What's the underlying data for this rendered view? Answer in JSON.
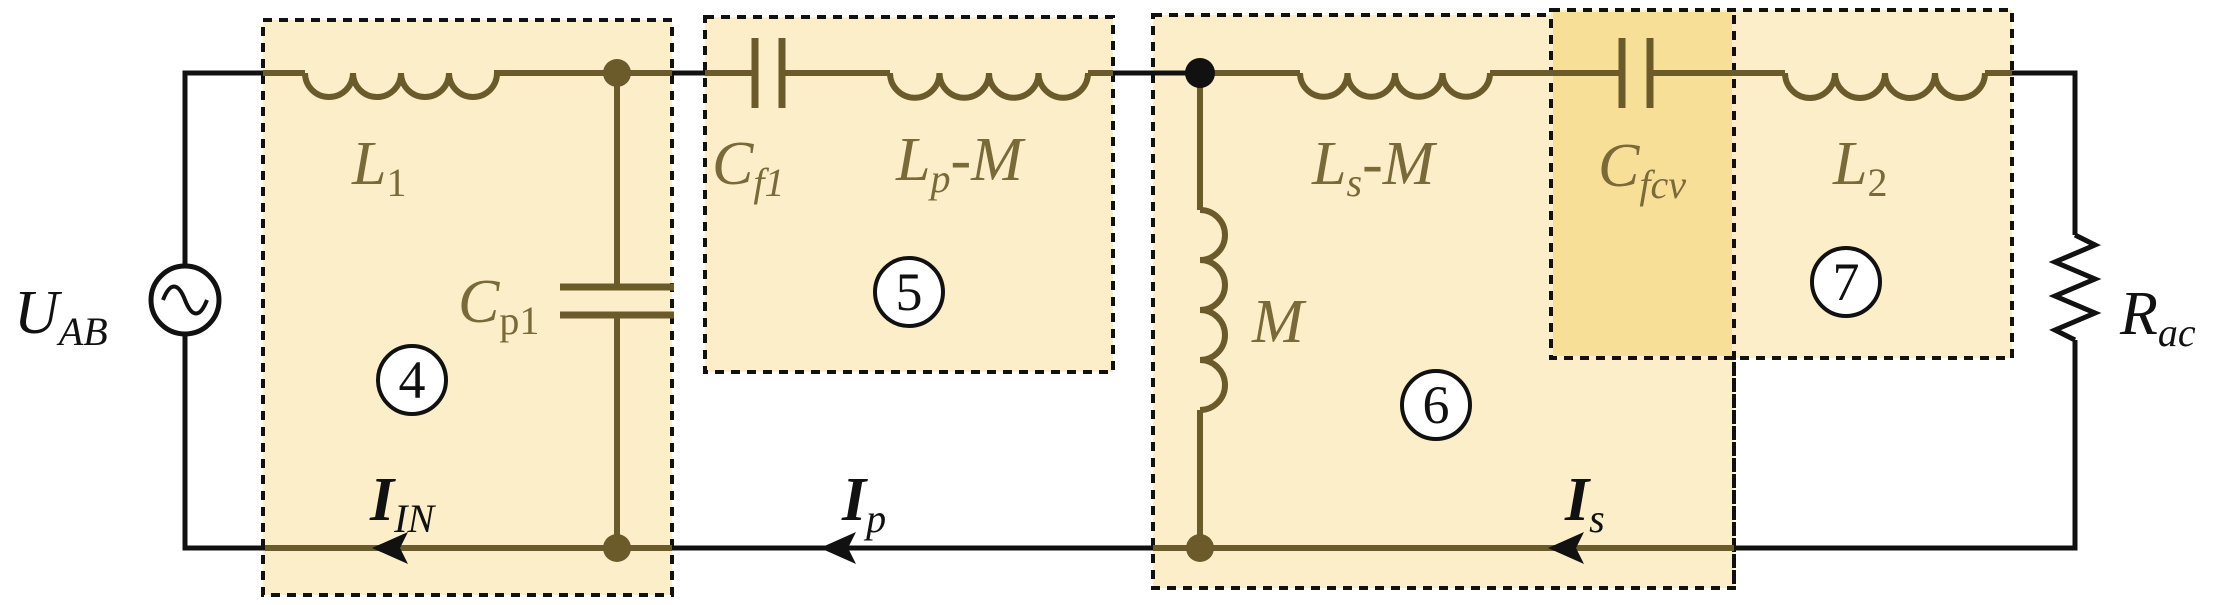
{
  "colors": {
    "wire_black": "#111111",
    "wire_brown": "#6b5a2a",
    "label_brown": "#7a6a3a",
    "region_fill": "#fbeec8",
    "region_overlap_fill": "#f8df98",
    "region_border": "#111111"
  },
  "components": {
    "source": {
      "main": "U",
      "sub": "AB"
    },
    "L1": {
      "main": "L",
      "sub": "1"
    },
    "Cp1": {
      "main": "C",
      "sub": "p1"
    },
    "Cf1": {
      "main": "C",
      "sub": "f1"
    },
    "LpM": {
      "main": "L",
      "sub": "p",
      "suffix": "-M"
    },
    "M": {
      "main": "M"
    },
    "LsM": {
      "main": "L",
      "sub": "s",
      "suffix": "-M"
    },
    "Cfcv": {
      "main": "C",
      "sub": "fcv"
    },
    "L2": {
      "main": "L",
      "sub": "2"
    },
    "Rac": {
      "main": "R",
      "sub": "ac"
    }
  },
  "currents": {
    "IIN": {
      "main": "I",
      "sub": "IN"
    },
    "Ip": {
      "main": "I",
      "sub": "p"
    },
    "Is": {
      "main": "I",
      "sub": "s"
    }
  },
  "regions": {
    "r4": "4",
    "r5": "5",
    "r6": "6",
    "r7": "7"
  }
}
